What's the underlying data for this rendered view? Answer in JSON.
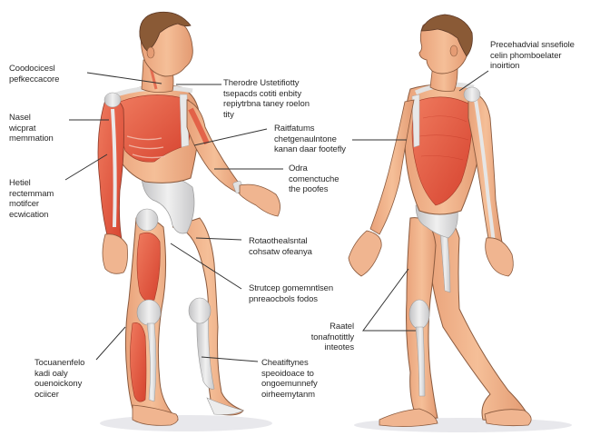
{
  "diagram": {
    "subject": "Human musculoskeletal anatomy illustration — two male figures (anterior three-quarter view and walking side view)",
    "background_color": "#ffffff",
    "colors": {
      "skin": "#f2b48c",
      "skin_shadow": "#d98c62",
      "muscle": "#e0503a",
      "muscle_light": "#ef7a5e",
      "bone": "#e4e4e4",
      "bone_shadow": "#b8b8b8",
      "hair": "#8a5a36",
      "outline": "#5a3624",
      "leader_line": "#333333",
      "label_text": "#2a2a2a",
      "floor_shadow": "#e6e6ea"
    }
  },
  "figures": [
    {
      "id": "left",
      "description": "Male figure, three-quarter front view, exposed chest, arm and leg muscles with skeletal joints"
    },
    {
      "id": "right",
      "description": "Male figure, walking side profile, exposed chest and abdominal muscles with arm and leg bones"
    }
  ],
  "labels": {
    "l1": "Coodocicesl\npefkeccacore",
    "l2": "Nasel\nwicprat\nmemmation",
    "l3": "Hetiel\nrectemmam\nmotifcer\necwication",
    "l4": "Tocuanenfelo\nkadi oaly\nouenoickony\nociicer",
    "c1": "Therodre Ustetifiotty\ntsepacds cotiti enbity\nrepiytrbna taney roelon\ntity",
    "c2": "Raitfatums\nchetgenaulntone\nkanan daar footefly",
    "c3": "Odra\ncomenctuche\nthe poofes",
    "c4": "Rotaothealsntal\ncohsatw ofeanya",
    "c5": "Strutcep gomemntlsen\npnreaocbols fodos",
    "c6": "Cheatiftynes\nspeoidoace to\nongoemunnefy\noirheemytanm",
    "c7": "Raatel\ntonafnotittly\ninteotes",
    "r1": "Precehadvial snsefiole\ncelin phomboelater\ninoirtion"
  }
}
